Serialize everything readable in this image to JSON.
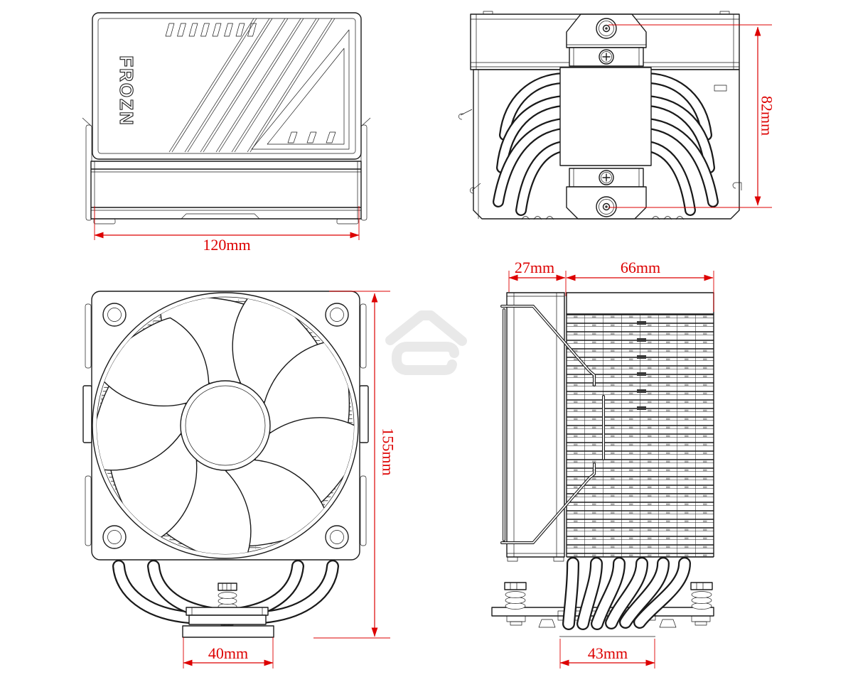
{
  "colors": {
    "line": "#1a1a1a",
    "dim": "#dd0000",
    "wm": "#e9e9e9",
    "bg": "#ffffff"
  },
  "brand": "FROZN",
  "dimensions": {
    "top_width": "120mm",
    "hole_pitch": "82mm",
    "total_height": "155mm",
    "base_width": "40mm",
    "fan_depth": "27mm",
    "fin_depth": "66mm",
    "base_depth": "43mm"
  }
}
